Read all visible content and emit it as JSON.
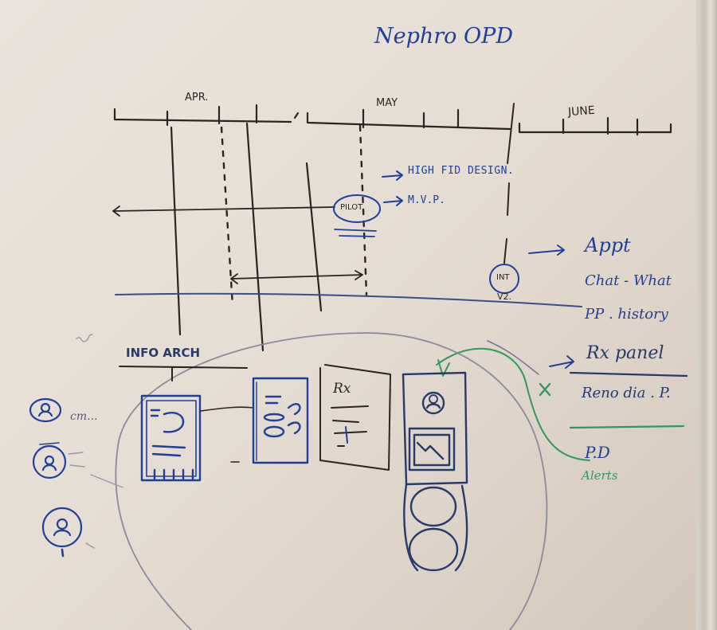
{
  "board": {
    "title": "Nephro OPD",
    "months": [
      "APR.",
      "MAY",
      "JUNE"
    ],
    "milestones": {
      "pilot": "PILOT",
      "int": "INT",
      "v2": "V2.",
      "high_fid": "HIGH FID DESIGN.",
      "mvp": "M.V.P."
    },
    "features": [
      "Appt",
      "Chat - What",
      "PP . history",
      "Rx panel",
      "Reno dia . P.",
      "P.D",
      "Alerts"
    ],
    "section_info_arch": "INFO ARCH",
    "screen_label_rx": "Rx",
    "side_note": "cm...",
    "colors": {
      "board": "#e6ddd4",
      "ink_black": "#2b2521",
      "ink_blue": "#1f3f9a",
      "ink_navy": "#283a6b",
      "ink_green": "#2f9a5c",
      "ink_faint": "#8c8a9a"
    }
  }
}
